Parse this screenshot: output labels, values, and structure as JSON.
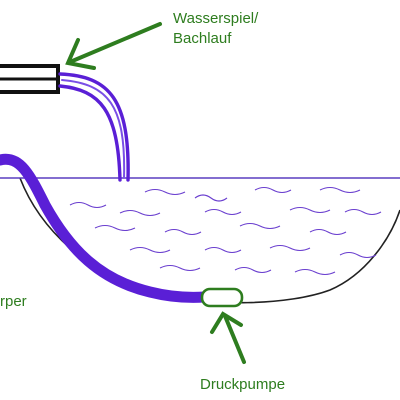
{
  "labels": {
    "feature_line1": "Wasserspiel/",
    "feature_line2": "Bachlauf",
    "body_partial": "rper",
    "pump": "Druckpumpe"
  },
  "colors": {
    "hose": "#5a1fd6",
    "label": "#2e7d1f",
    "outline": "#222222",
    "waves": "#6a3fcf",
    "water_surface": "#5a3fc0"
  }
}
